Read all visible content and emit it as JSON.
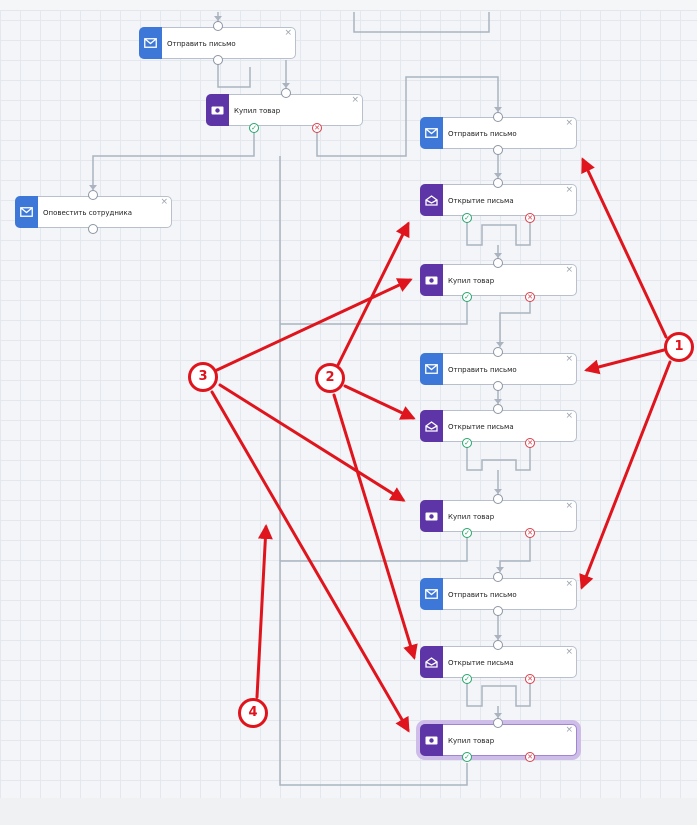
{
  "workflow": {
    "labels": {
      "send_email": "Отправить письмо",
      "open_email": "Открытие письма",
      "bought_item": "Купил товар",
      "notify_employee": "Оповестить сотрудника"
    },
    "close_glyph": "×",
    "success_glyph": "✓",
    "fail_glyph": "✕",
    "colors": {
      "email_icon": "#3d78d8",
      "event_icon": "#5d35a6",
      "success": "#27a66b",
      "fail": "#d8404c",
      "connector": "#aab3bf",
      "annotation": "#e0141c"
    }
  },
  "annotations": {
    "badge_1": "1",
    "badge_2": "2",
    "badge_3": "3",
    "badge_4": "4"
  }
}
